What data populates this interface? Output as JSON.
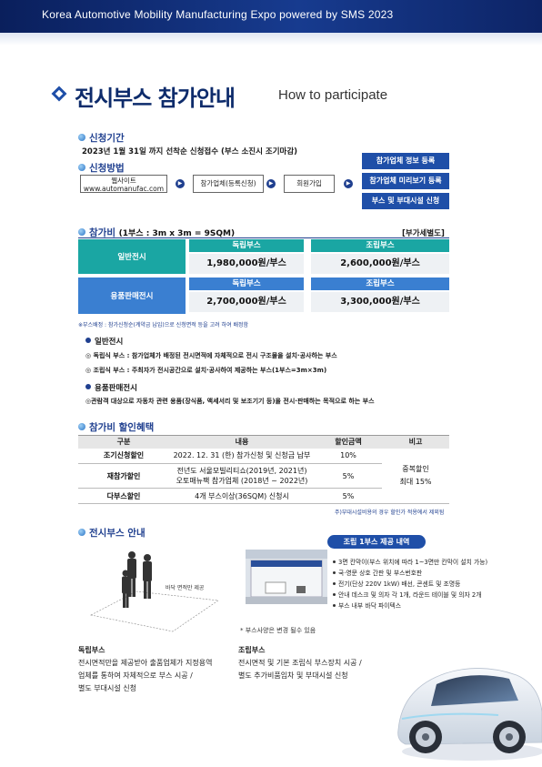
{
  "header": {
    "title": "Korea Automotive Mobility Manufacturing Expo powered by SMS 2023"
  },
  "page_title": {
    "ko": "전시부스 참가안내",
    "en": "How to participate"
  },
  "application_period": {
    "heading": "신청기간",
    "text": "2023년 1월 31일 까지 선착순 신청접수 (부스 소진시 조기마감)"
  },
  "application_method": {
    "heading": "신청방법",
    "steps": [
      {
        "line1": "웹사이트",
        "line2": "www.automanufac.com"
      },
      {
        "line1": "참가업체(등록신청)"
      },
      {
        "line1": "회원가입"
      }
    ],
    "buttons": [
      "참가업체 정보 등록",
      "참가업체 미리보기 등록",
      "부스 및 부대시설 신청"
    ]
  },
  "fee": {
    "heading": "참가비",
    "sub": "(1부스 : 3m x 3m = 9SQM)",
    "vat": "[부가세별도]",
    "rows": [
      {
        "label": "일반전시",
        "indep_label": "독립부스",
        "indep_price": "1,980,000원/부스",
        "shell_label": "조립부스",
        "shell_price": "2,600,000원/부스"
      },
      {
        "label": "용품판매전시",
        "indep_label": "독립부스",
        "indep_price": "2,700,000원/부스",
        "shell_label": "조립부스",
        "shell_price": "3,300,000원/부스"
      }
    ],
    "footnote": "※부스배정 : 참가신청순(계약금 납입)으로 신청면적 등을 고려 하여 배정함",
    "general": {
      "title": "일반전시",
      "items": [
        "◎ 독립식 부스 : 참가업체가 배정된 전시면적에 자체적으로 전시 구조물을 설치·공사하는 부스",
        "◎ 조립식 부스 : 주최자가 전시공간으로 설치·공사하여 제공하는 부스(1부스=3m×3m)"
      ]
    },
    "sales": {
      "title": "용품판매전시",
      "items": [
        "◎관람객 대상으로 자동차 관련 용품(장식품, 액세서리 및 보조기기 등)을 전시·판매하는 목적으로 하는 부스"
      ]
    }
  },
  "discount": {
    "heading": "참가비 할인혜택",
    "headers": [
      "구분",
      "내용",
      "할인금액",
      "비고"
    ],
    "rows": [
      {
        "label": "조기신청할인",
        "content": [
          "2022. 12. 31 (한) 참가신청 및 신청금 납부"
        ],
        "amount": "10%"
      },
      {
        "label": "재참가할인",
        "content": [
          "전년도 서울모빌리티쇼(2019년, 2021년)",
          "오토매뉴팩 참가업체 (2018년 ~ 2022년)"
        ],
        "amount": "5%"
      },
      {
        "label": "다부스할인",
        "content": [
          "4개 부스이상(36SQM) 신청시"
        ],
        "amount": "5%"
      }
    ],
    "remark": [
      "중복할인",
      "최대 15%"
    ],
    "note": "주)부대시설비용의 경우 할인가 적용에서 제외됨"
  },
  "booth_guide": {
    "heading": "전시부스 안내",
    "floor_label": "바닥 면적만 제공",
    "shell_badge": "조립 1부스 제공 내역",
    "shell_items": [
      "3면 칸막이(부스 위치에 따라 1~3면만 칸막이 설치 가능)",
      "국·영문 상호 간판 및 부스번호판",
      "전기(단상 220V 1kW) 배선, 콘센트 및 조명등",
      "안내 데스크 및 의자 각 1개, 라운드 테이블 및 의자 2개",
      "부스 내부 바닥 파이텍스"
    ],
    "photo_caption": "* 부스사양은 변경 될수 있음",
    "indep": {
      "title": "독립부스",
      "lines": [
        "전시면적만을 제공받아 출품업체가 지정용역",
        "업체를 통하여 자체적으로 부스 시공 /",
        "별도 부대시설 신청"
      ]
    },
    "shell": {
      "title": "조립부스",
      "lines": [
        "전시면적 및 기본 조립식 부스장치 시공 /",
        "별도 추가비품임차 및 부대시설 신청"
      ]
    }
  },
  "colors": {
    "navy": "#0d2b6b",
    "teal": "#1aa6a3",
    "blue": "#1f4fa8"
  }
}
